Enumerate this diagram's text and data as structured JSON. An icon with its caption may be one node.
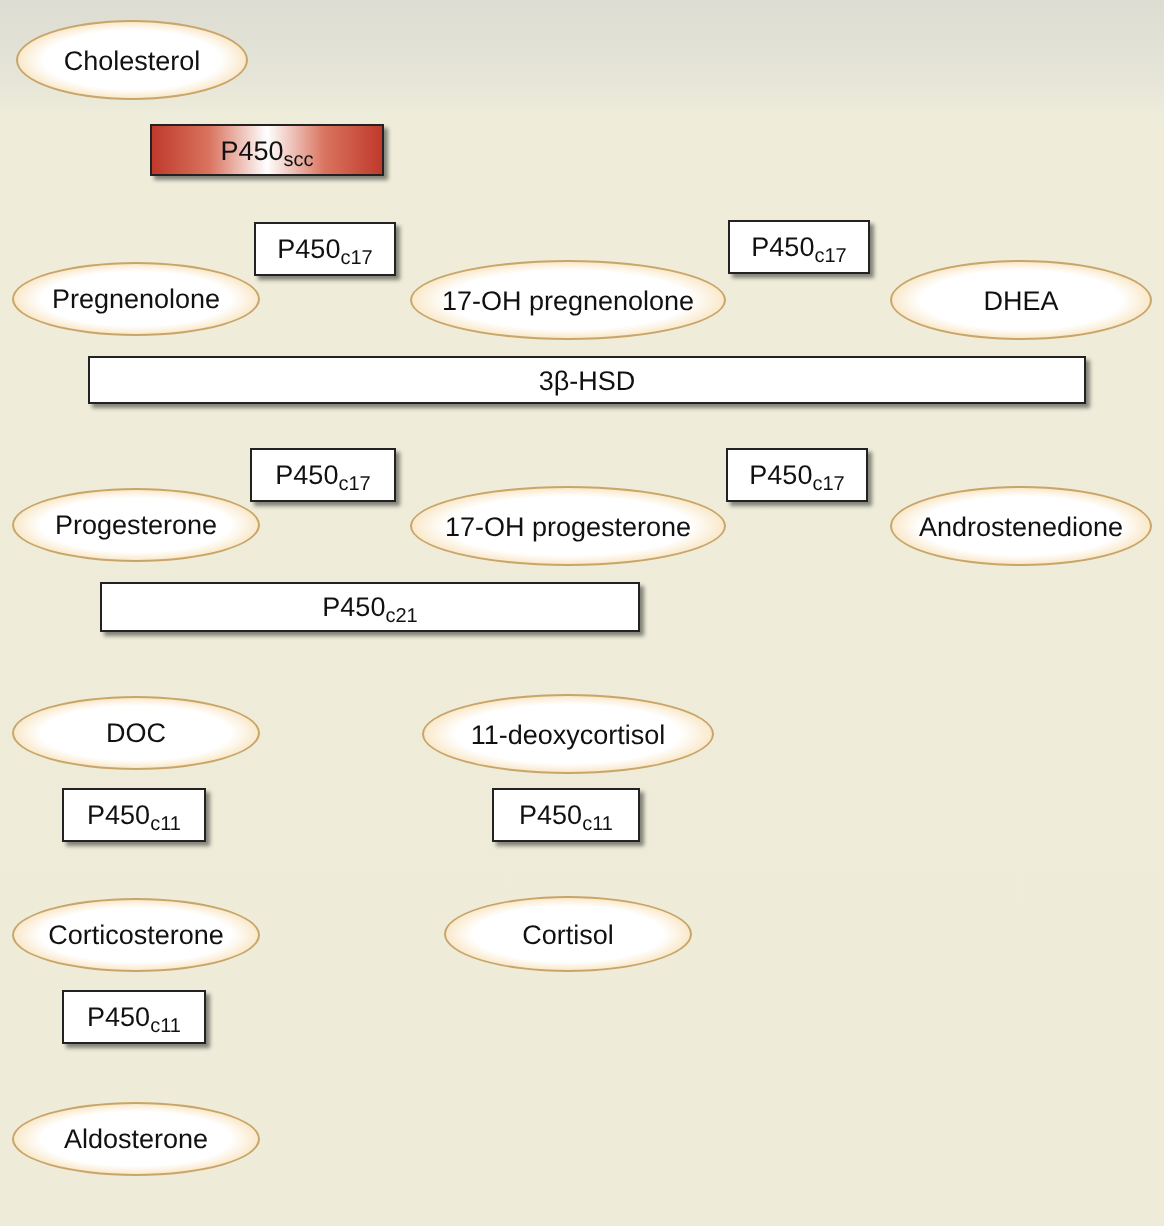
{
  "diagram": {
    "nodes": [
      {
        "text": [
          "Cholesterol"
        ]
      },
      {
        "text": [
          "P450$_{scc}$"
        ]
      },
      {
        "text": [
          "P450$_{c17}$"
        ]
      },
      {
        "text": [
          "P450$_{c17}$"
        ]
      },
      {
        "text": [
          "Pregnenolone"
        ]
      },
      {
        "text": [
          "17-OH pregnenolone"
        ]
      },
      {
        "text": [
          "DHEA"
        ]
      },
      {
        "text": [
          "3β-HSD"
        ]
      },
      {
        "text": [
          "P450$_{c17}$"
        ]
      },
      {
        "text": [
          "P450$_{c17}$"
        ]
      },
      {
        "text": [
          "Progesterone"
        ]
      },
      {
        "text": [
          "17-OH progesterone"
        ]
      },
      {
        "text": [
          "Androstenedione"
        ]
      },
      {
        "text": [
          "P450$_{c21}$"
        ]
      },
      {
        "text": [
          "DOC"
        ]
      },
      {
        "text": [
          "11-deoxycortisol"
        ]
      },
      {
        "text": [
          "P450$_{c11}$"
        ]
      },
      {
        "text": [
          "P450$_{c11}$"
        ]
      },
      {
        "text": [
          "Corticosterone"
        ]
      },
      {
        "text": [
          "Cortisol"
        ]
      },
      {
        "text": [
          "P450$_{c11}$"
        ]
      },
      {
        "text": [
          "Aldosterone"
        ]
      }
    ]
  }
}
